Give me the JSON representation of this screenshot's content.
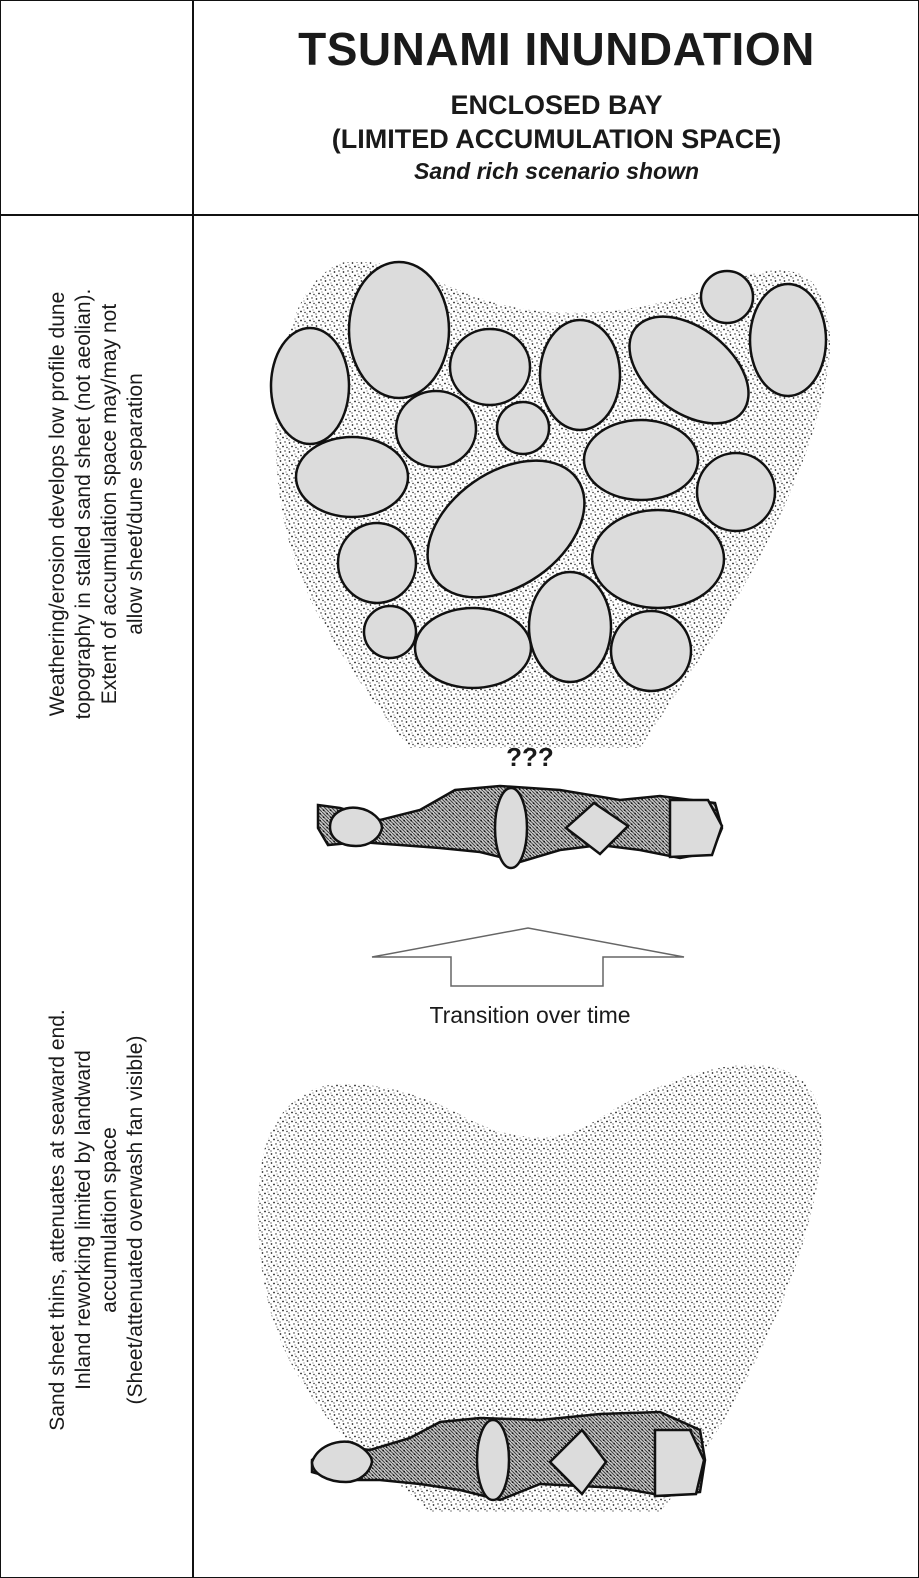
{
  "header": {
    "title": "TSUNAMI INUNDATION",
    "subtitle_line1": "ENCLOSED BAY",
    "subtitle_line2": "(LIMITED ACCUMULATION SPACE)",
    "subtitle_line3": "Sand rich scenario shown"
  },
  "upper_row": {
    "description": [
      "Weathering/erosion develops low profile dune",
      "topography in stalled sand sheet (not aeolian).",
      "Extent of accumulation space may/may not",
      "allow sheet/dune separation"
    ],
    "question_label": "???"
  },
  "transition": {
    "label": "Transition over time"
  },
  "lower_row": {
    "description": [
      "Sand sheet thins, attenuates at seaward end.",
      "Inland reworking limited by landward",
      "accumulation space",
      "(Sheet/attenuated overwash fan visible)"
    ]
  },
  "colors": {
    "frame": "#111111",
    "sand_stipple": "#8a8a8a",
    "dune_fill": "#dcdcdc",
    "barrier_pattern": "#555555"
  }
}
